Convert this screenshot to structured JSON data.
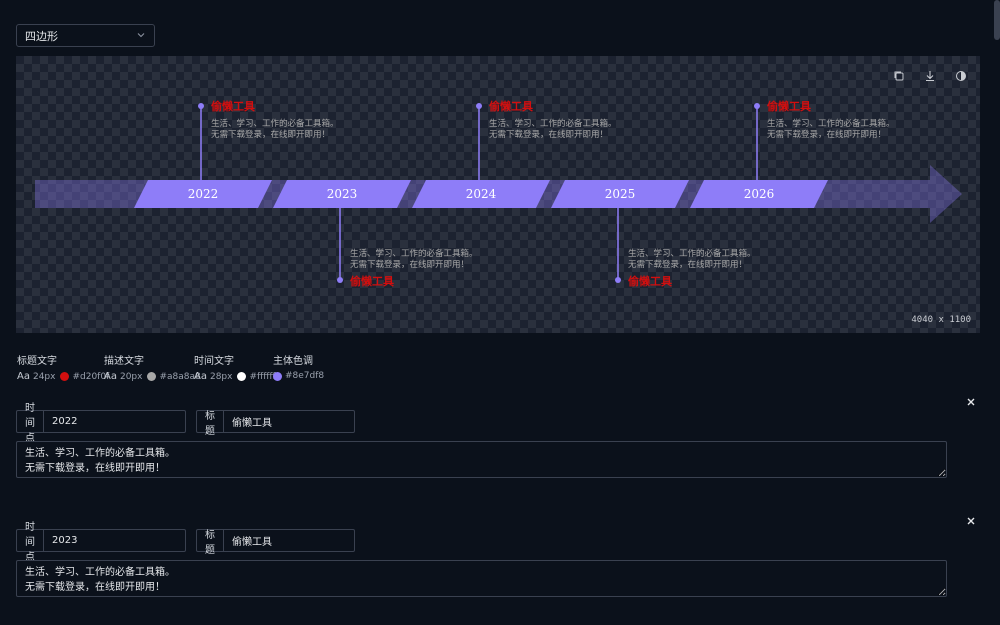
{
  "shape_select": {
    "value": "四边形"
  },
  "preview": {
    "dimensions": "4040 x 1100",
    "tools": [
      {
        "name": "copy-icon"
      },
      {
        "name": "download-icon"
      },
      {
        "name": "theme-contrast-icon"
      }
    ],
    "events": [
      {
        "year": "2022",
        "title": "偷懒工具",
        "desc1": "生活、学习、工作的必备工具箱。",
        "desc2": "无需下载登录，在线即开即用！"
      },
      {
        "year": "2023",
        "title": "偷懒工具",
        "desc1": "生活、学习、工作的必备工具箱。",
        "desc2": "无需下载登录，在线即开即用！"
      },
      {
        "year": "2024",
        "title": "偷懒工具",
        "desc1": "生活、学习、工作的必备工具箱。",
        "desc2": "无需下载登录，在线即开即用！"
      },
      {
        "year": "2025",
        "title": "偷懒工具",
        "desc1": "生活、学习、工作的必备工具箱。",
        "desc2": "无需下载登录，在线即开即用！"
      },
      {
        "year": "2026",
        "title": "偷懒工具",
        "desc1": "生活、学习、工作的必备工具箱。",
        "desc2": "无需下载登录，在线即开即用！"
      }
    ],
    "colors": {
      "accent": "#8e7df8",
      "title": "#d20f0f",
      "desc": "#a8a8a8",
      "time": "#ffffff"
    }
  },
  "legend": {
    "title_text": {
      "label": "标题文字",
      "size": "24px",
      "color": "#d20f0f"
    },
    "desc_text": {
      "label": "描述文字",
      "size": "20px",
      "color": "#a8a8a8"
    },
    "time_text": {
      "label": "时间文字",
      "size": "28px",
      "color": "#ffffff"
    },
    "theme_color": {
      "label": "主体色调",
      "color": "#8e7df8"
    },
    "aa_glyph": "Aa"
  },
  "items": [
    {
      "time_label": "时间点",
      "time_value": "2022",
      "title_label": "标题",
      "title_value": "偷懒工具",
      "desc": "生活、学习、工作的必备工具箱。\n无需下载登录，在线即开即用！"
    },
    {
      "time_label": "时间点",
      "time_value": "2023",
      "title_label": "标题",
      "title_value": "偷懒工具",
      "desc": "生活、学习、工作的必备工具箱。\n无需下载登录，在线即开即用！"
    }
  ]
}
